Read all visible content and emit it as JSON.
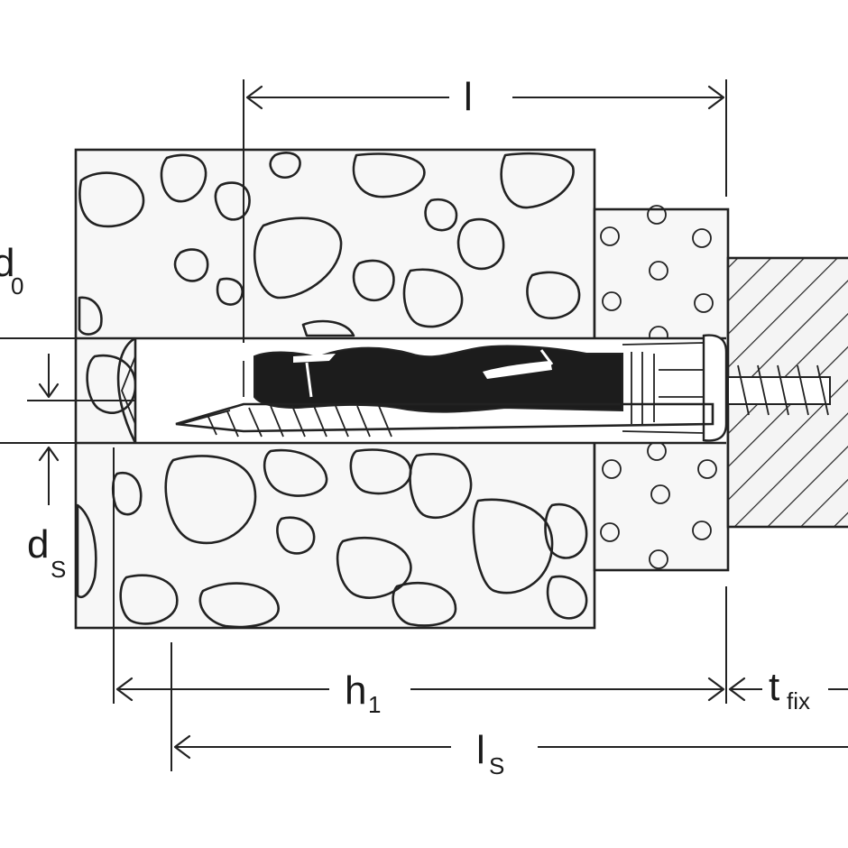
{
  "labels": {
    "l": {
      "main": "l",
      "sub": ""
    },
    "d0": {
      "main": "d",
      "sub": "0"
    },
    "ds": {
      "main": "d",
      "sub": "S"
    },
    "h1": {
      "main": "h",
      "sub": "1"
    },
    "tfix": {
      "main": "t",
      "sub": "fix"
    },
    "ls": {
      "main": "l",
      "sub": "S"
    }
  },
  "colors": {
    "ink": "#222222",
    "background": "#ffffff",
    "hatch_bg": "#f2f2f2",
    "concrete_bg": "#f6f6f6",
    "plug_fill": "#1c1c1c"
  }
}
